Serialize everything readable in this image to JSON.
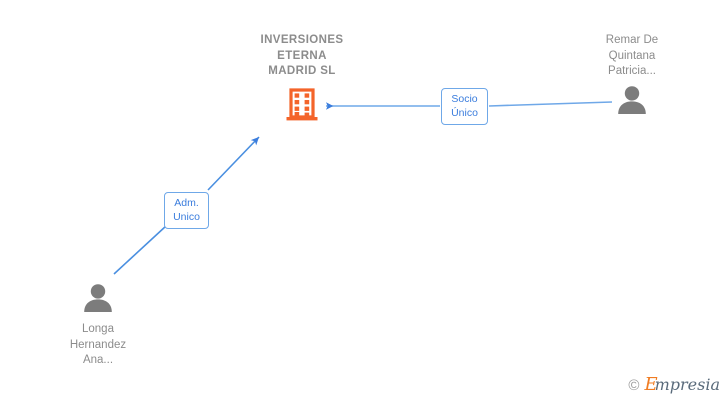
{
  "diagram": {
    "background_color": "#ffffff",
    "company": {
      "name": "INVERSIONES\nETERNA\nMADRID  SL",
      "icon": "building-icon",
      "icon_color": "#f4642a"
    },
    "persons": [
      {
        "id": "person-right",
        "name": "Remar De\nQuintana\nPatricia...",
        "icon": "person-icon",
        "icon_color": "#7c7c7c"
      },
      {
        "id": "person-left",
        "name": "Longa\nHernandez\nAna...",
        "icon": "person-icon",
        "icon_color": "#7c7c7c"
      }
    ],
    "relations": [
      {
        "id": "relation-socio-unico",
        "label": "Socio\nÚnico",
        "from": "person-right",
        "to": "company",
        "color": "#3b7ddd"
      },
      {
        "id": "relation-adm-unico",
        "label": "Adm.\nUnico",
        "from": "person-left",
        "to": "company",
        "color": "#3b7ddd"
      }
    ],
    "watermark": {
      "copyright": "©",
      "brand_initial": "E",
      "brand_rest": "mpresia"
    }
  }
}
